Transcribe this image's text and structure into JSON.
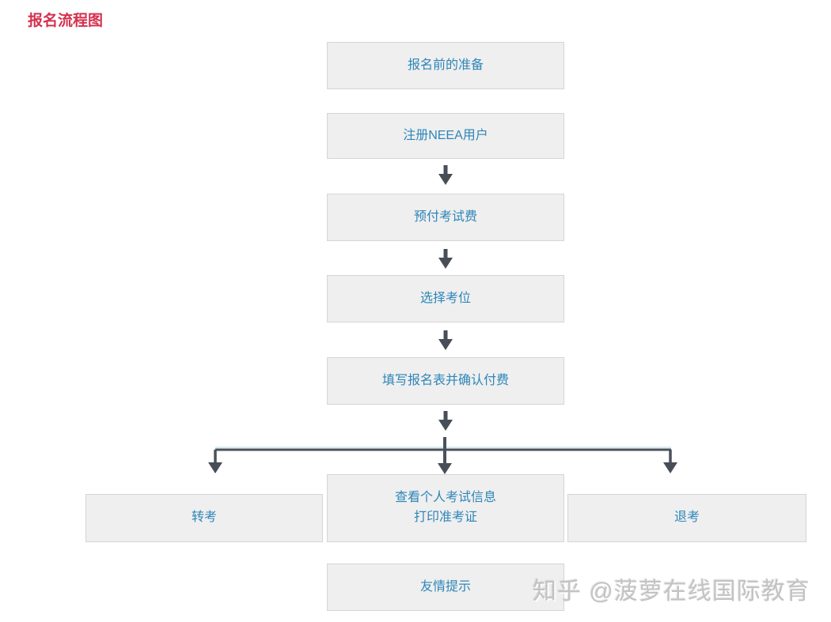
{
  "page": {
    "title": "报名流程图",
    "background": "#ffffff"
  },
  "colors": {
    "title": "#d4314e",
    "box_background": "#efefef",
    "box_border": "#d5d5d5",
    "box_text": "#2e86b8",
    "arrow": "#474e57",
    "connector_highlight": "#dcebf5",
    "watermark": "#c3c3c3"
  },
  "flowchart": {
    "main_steps": [
      {
        "label": "报名前的准备"
      },
      {
        "label": "注册NEEA用户"
      },
      {
        "label": "预付考试费"
      },
      {
        "label": "选择考位"
      },
      {
        "label": "填写报名表并确认付费"
      }
    ],
    "branch_steps": [
      {
        "label": "转考"
      },
      {
        "line1": "查看个人考试信息",
        "line2": "打印准考证"
      },
      {
        "label": "退考"
      }
    ],
    "footer_step": {
      "label": "友情提示"
    }
  },
  "watermark": {
    "text": "知乎 @菠萝在线国际教育"
  }
}
